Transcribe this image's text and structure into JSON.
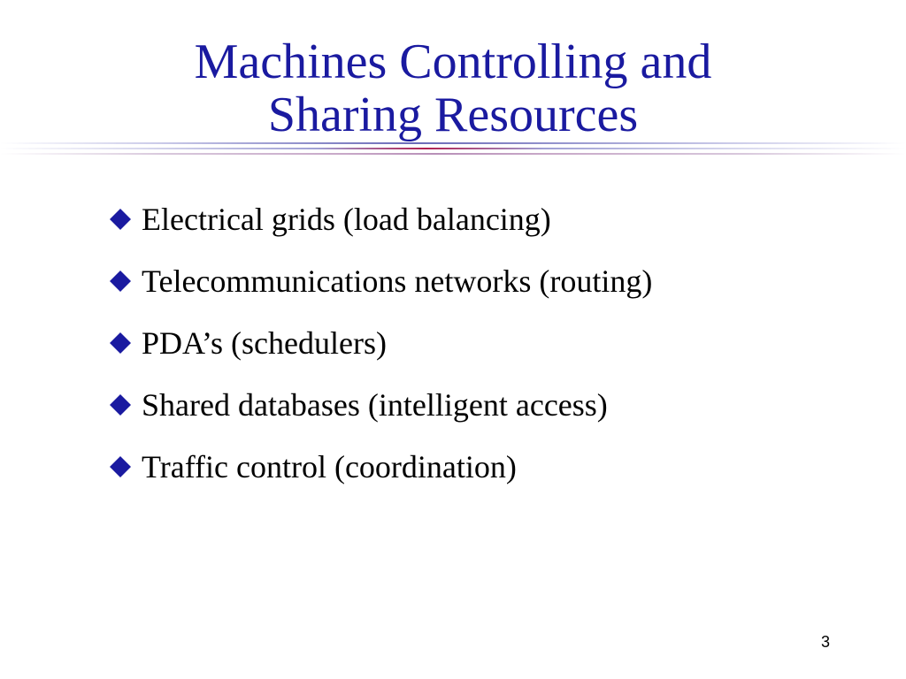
{
  "slide": {
    "title_lines": [
      "Machines Controlling and",
      "Sharing Resources"
    ],
    "bullets": [
      "Electrical grids (load balancing)",
      "Telecommunications networks (routing)",
      "PDA’s (schedulers)",
      "Shared databases (intelligent access)",
      "Traffic control (coordination)"
    ],
    "bullet_icon": "diamond-icon",
    "page_number": "3"
  },
  "colors": {
    "title": "#1a1aa0",
    "bullet": "#1a1aa0",
    "text": "#000000",
    "accent": "#b02050"
  }
}
